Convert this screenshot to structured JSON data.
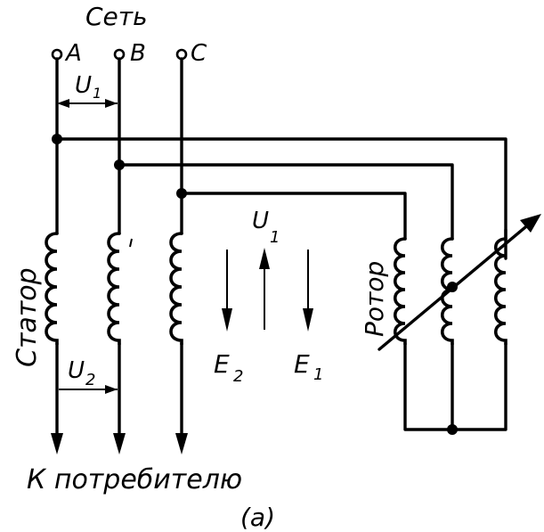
{
  "labels": {
    "network": "Сеть",
    "phase_a": "A",
    "phase_b": "B",
    "phase_c": "C",
    "u1_top": "U",
    "u1_top_sub": "1",
    "u2": "U",
    "u2_sub": "2",
    "u1_center": "U",
    "u1_center_sub": "1",
    "e2": "E",
    "e2_sub": "2",
    "e1": "E",
    "e1_sub": "1",
    "stator": "Статор",
    "rotor": "Ротор",
    "consumer": "К потребителю",
    "caption": "(а)"
  }
}
